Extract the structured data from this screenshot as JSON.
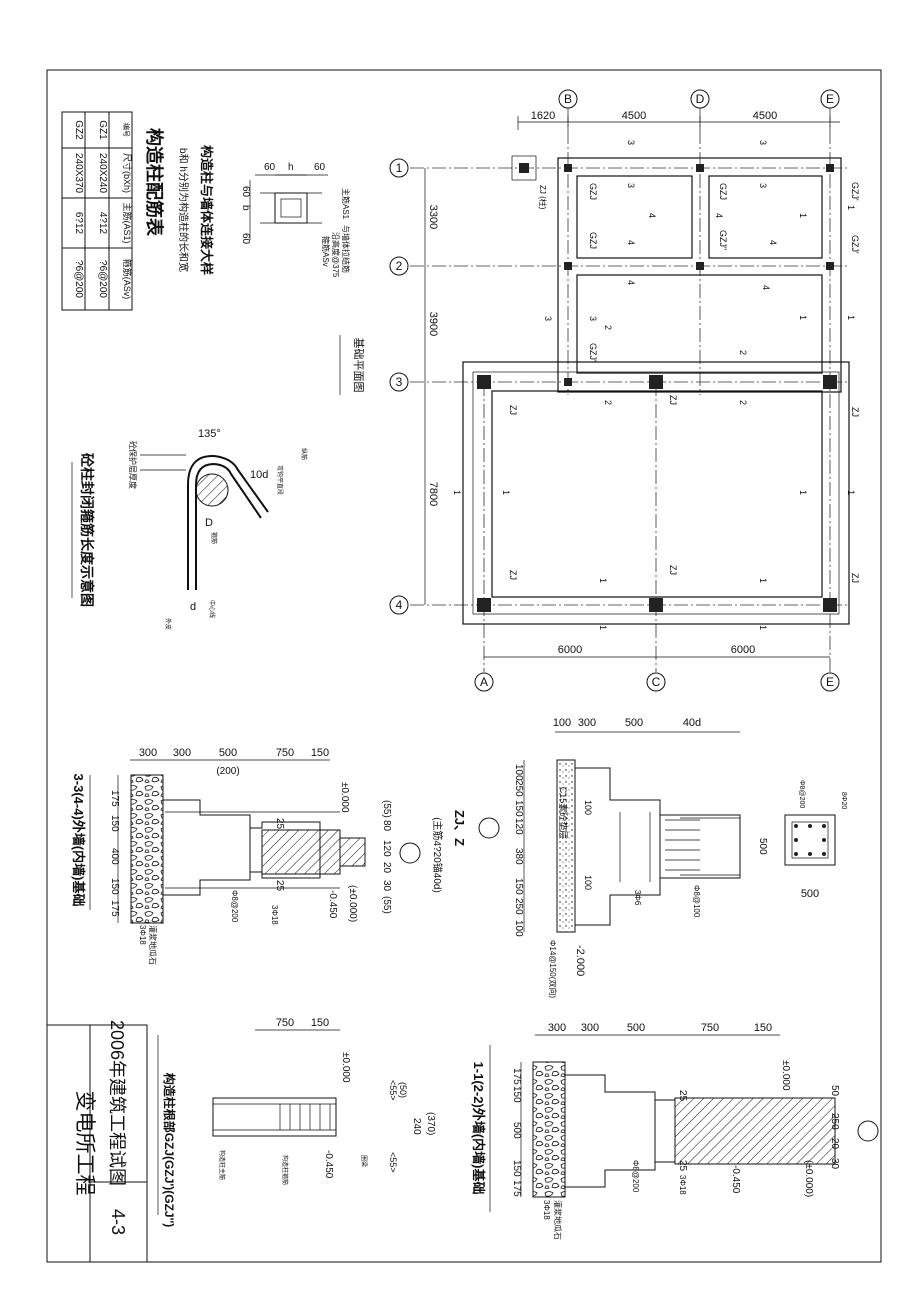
{
  "title_block": {
    "project": "变电所工程",
    "drawing_title": "2006年建筑工程试图",
    "sheet_no": "4-3"
  },
  "plan": {
    "title": "基础平面图",
    "axes_h": [
      "B",
      "D",
      "E"
    ],
    "axes_h_bottom": [
      "A",
      "C",
      "E"
    ],
    "axes_v": [
      "1",
      "2",
      "3",
      "4"
    ],
    "dims_top": [
      "1620",
      "4500",
      "4500"
    ],
    "dims_bottom": [
      "6000",
      "6000"
    ],
    "dims_left": [
      "3300",
      "3900",
      "7800"
    ],
    "labels": {
      "gzj": "GZJ",
      "gzj1": "GZJ'",
      "gzj2": "GZJ''",
      "zj": "ZJ",
      "zj_note": "ZJ (柱)",
      "s1": "1",
      "s2": "2",
      "s3": "3",
      "s4": "4"
    }
  },
  "col_table": {
    "title": "构造柱配筋表",
    "headers": [
      "编号",
      "尺寸(bXh)",
      "主筋(AS1)",
      "箍筋(ASv)"
    ],
    "rows": [
      [
        "GZ1",
        "240X240",
        "4?12",
        "?6@200"
      ],
      [
        "GZ2",
        "240X370",
        "6?12",
        "?6@200"
      ]
    ]
  },
  "detail_conn": {
    "title": "构造柱与墙体连接大样",
    "note": "b和 h分别为构造柱的长和宽",
    "dim_60a": "60",
    "dim_h": "h",
    "dim_60b": "60",
    "dim_b": "b",
    "lbl1": "主筋AS1",
    "lbl2": "与墙体拉结筋",
    "lbl3": "沿高度@375",
    "lbl4": "箍筋ASv"
  },
  "detail_hook": {
    "title": "砼柱封闭箍筋长度示意图",
    "angle": "135°",
    "len": "10d",
    "d_big": "D",
    "d_small": "d",
    "lbl_cover": "砼保护层厚度",
    "lbl_main": "纵筋",
    "lbl_hook": "弯钩平直段",
    "lbl_stirrup": "箍筋",
    "lbl_center": "中心线",
    "lbl_out": "外皮"
  },
  "sec33": {
    "title": "3-3(4-4)外墙(内墙)基础",
    "dims_top": [
      "300",
      "300",
      "500",
      "750",
      "150"
    ],
    "dim_200": "(200)",
    "dims_side": [
      "175",
      "150",
      "400",
      "150",
      "175"
    ],
    "el_top": "±0.000",
    "el_mid": "-0.450",
    "el_paren": "(±0.000)",
    "right_dims": [
      "(55)",
      "80",
      "120",
      "20",
      "30",
      "(55)"
    ],
    "dim_25a": "25",
    "dim_25b": "25",
    "rebar": "Φ8@200",
    "rebar2": "3Φ18",
    "lbl_stone": "灌浆地瓜石"
  },
  "zj": {
    "title": "ZJ、Z",
    "note": "(主筋4?20锚40d)",
    "dims_top": [
      "100",
      "300",
      "500",
      "40d"
    ],
    "dims_side": [
      "100",
      "250",
      "150",
      "120",
      "380",
      "150",
      "250",
      "100"
    ],
    "bed": "C15素砼垫层",
    "el_bot": "-2.000",
    "dim_100a": "100",
    "dim_100b": "100",
    "dim_500": "500",
    "r1": "Φ8@100",
    "r2": "3Φ6",
    "r3": "Φ14@150(双向)",
    "col_dim": "500",
    "col_dim2": "500",
    "col_r1": "Φ8@200",
    "col_r2": "8Φ20"
  },
  "sec11": {
    "title": "1-1(2-2)外墙(内墙)基础",
    "dims_top": [
      "300",
      "300",
      "500",
      "750",
      "150"
    ],
    "dims_side": [
      "175",
      "150",
      "500",
      "150",
      "175"
    ],
    "el_top": "±0.000",
    "el_mid": "-0.450",
    "el_paren": "(±0.000)",
    "right_dims": [
      "50",
      "250",
      "20",
      "30"
    ],
    "dim_25a": "25",
    "dim_25b": "25",
    "rebar": "Φ8@200",
    "rebar2": "3Φ18",
    "lbl_stone": "灌浆地瓜石"
  },
  "gzroot": {
    "title": "构造柱根部GZJ(GZJ')(GZJ'')",
    "dims_top": [
      "750",
      "150"
    ],
    "el_top": "±0.000",
    "el_mid": "-0.450",
    "d240": "240",
    "d370": "(370)",
    "d50": "(50)",
    "d55a": "<55>",
    "d55b": "<55>",
    "lbl1": "构造柱主筋",
    "lbl2": "构造柱箍筋",
    "lbl3": "圈梁"
  }
}
